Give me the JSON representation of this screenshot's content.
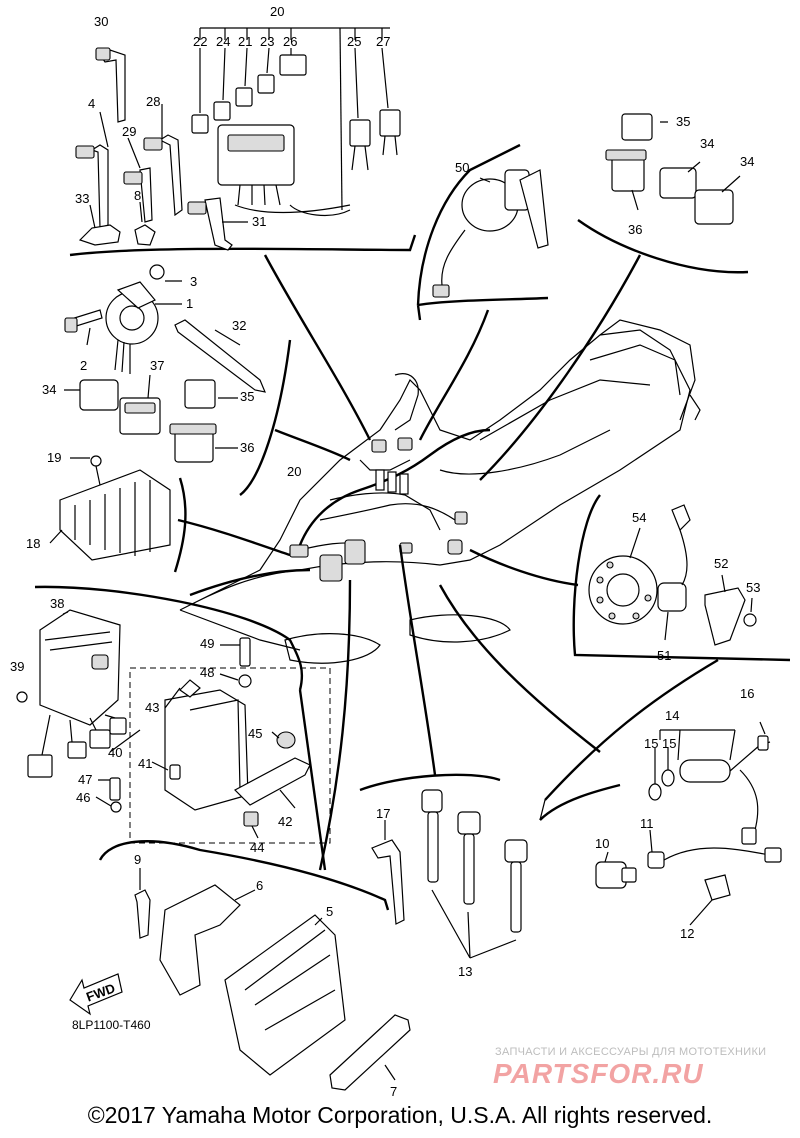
{
  "callouts": {
    "c1": "1",
    "c2": "2",
    "c3": "3",
    "c4": "4",
    "c5": "5",
    "c6": "6",
    "c7": "7",
    "c8": "8",
    "c9": "9",
    "c10": "10",
    "c11": "11",
    "c12": "12",
    "c13": "13",
    "c14": "14",
    "c15a": "15",
    "c15b": "15",
    "c16": "16",
    "c17": "17",
    "c18": "18",
    "c19": "19",
    "c20": "20",
    "c20b": "20",
    "c21": "21",
    "c22": "22",
    "c23": "23",
    "c24": "24",
    "c25": "25",
    "c26": "26",
    "c27": "27",
    "c28": "28",
    "c29": "29",
    "c30": "30",
    "c31": "31",
    "c32": "32",
    "c33": "33",
    "c34a": "34",
    "c34b": "34",
    "c34c": "34",
    "c35a": "35",
    "c35b": "35",
    "c36a": "36",
    "c36b": "36",
    "c37": "37",
    "c38": "38",
    "c39": "39",
    "c40": "40",
    "c41": "41",
    "c42": "42",
    "c43": "43",
    "c44": "44",
    "c45": "45",
    "c46": "46",
    "c47": "47",
    "c48": "48",
    "c49": "49",
    "c50": "50",
    "c51": "51",
    "c52": "52",
    "c53": "53",
    "c54": "54"
  },
  "fwd_label": "FWD",
  "part_code": "8LP1100-T460",
  "watermark": {
    "tagline": "ЗАПЧАСТИ И АКСЕССУАРЫ ДЛЯ МОТОТЕХНИКИ",
    "logo": "PARTSFOR.RU",
    "logo_color": "#f2a3a3"
  },
  "copyright": "©2017 Yamaha Motor Corporation, U.S.A. All rights reserved."
}
